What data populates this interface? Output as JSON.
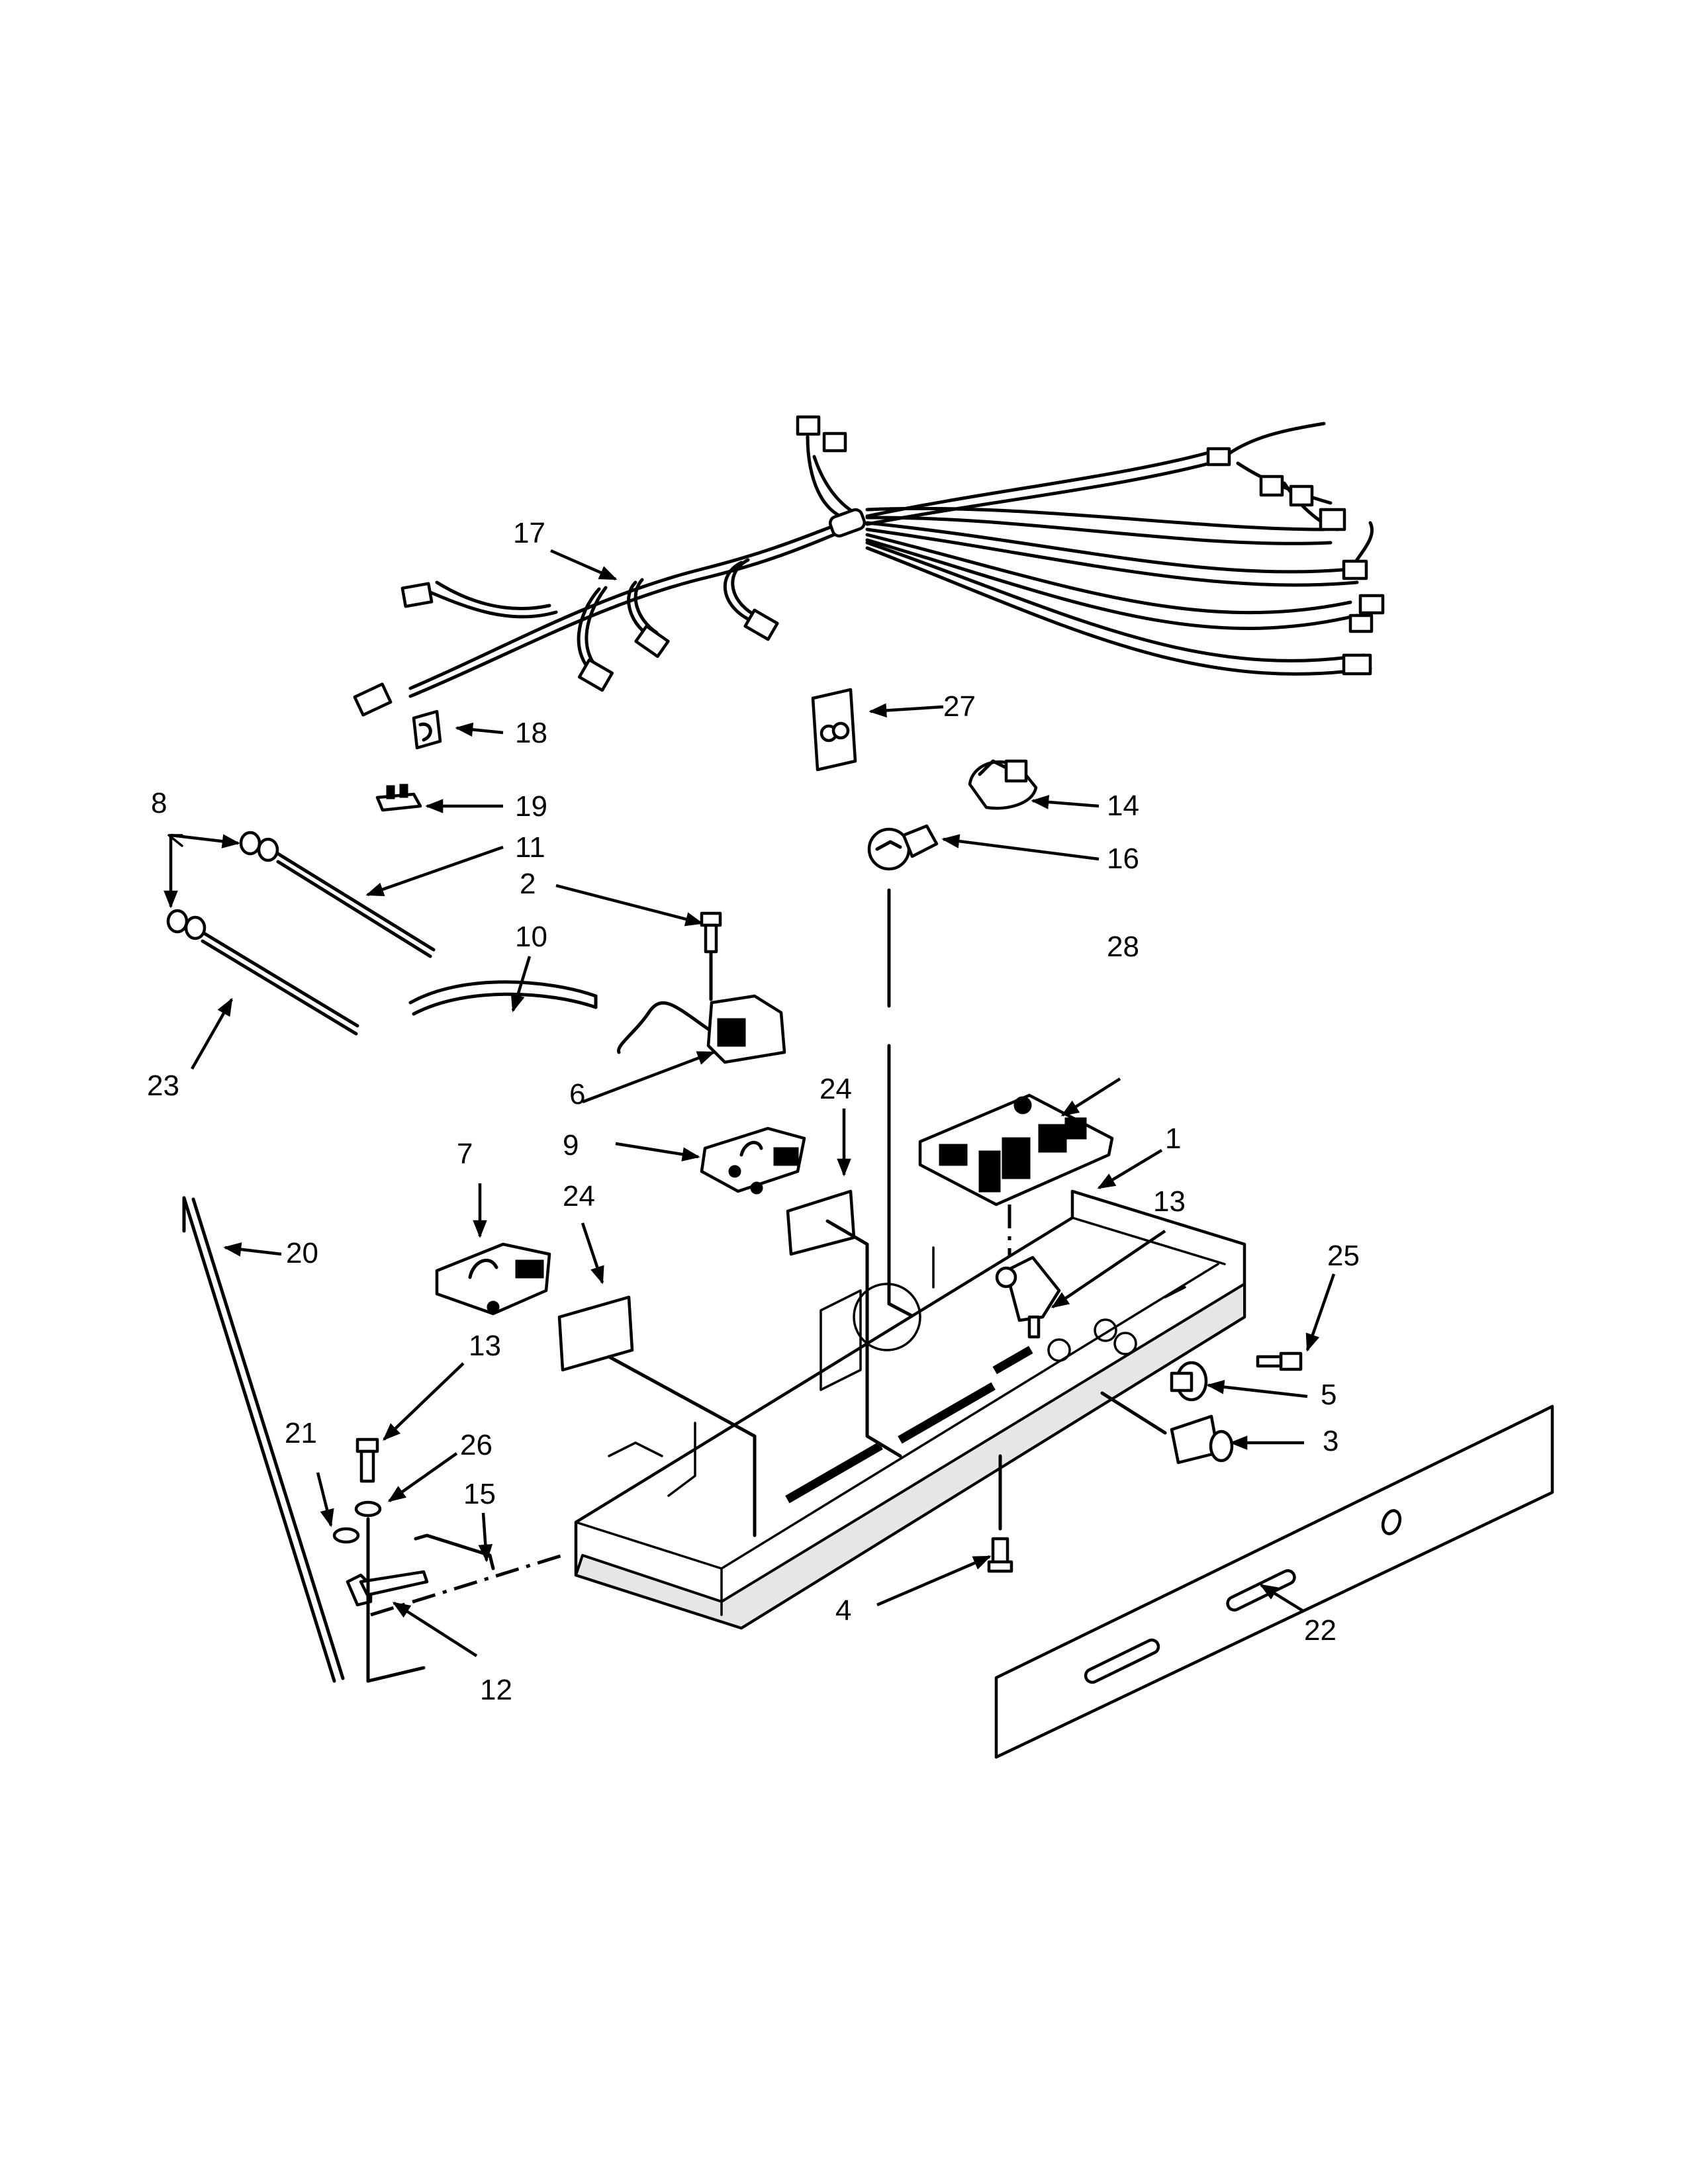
{
  "callouts": {
    "c1": "1",
    "c2": "2",
    "c3": "3",
    "c4": "4",
    "c5": "5",
    "c6": "6",
    "c7": "7",
    "c8": "8",
    "c9": "9",
    "c10": "10",
    "c11": "11",
    "c12": "12",
    "c13a": "13",
    "c13b": "13",
    "c14": "14",
    "c15": "15",
    "c16": "16",
    "c17": "17",
    "c18": "18",
    "c19": "19",
    "c20": "20",
    "c21": "21",
    "c22": "22",
    "c23": "23",
    "c24a": "24",
    "c24b": "24",
    "c25": "25",
    "c26": "26",
    "c27": "27",
    "c28": "28"
  }
}
